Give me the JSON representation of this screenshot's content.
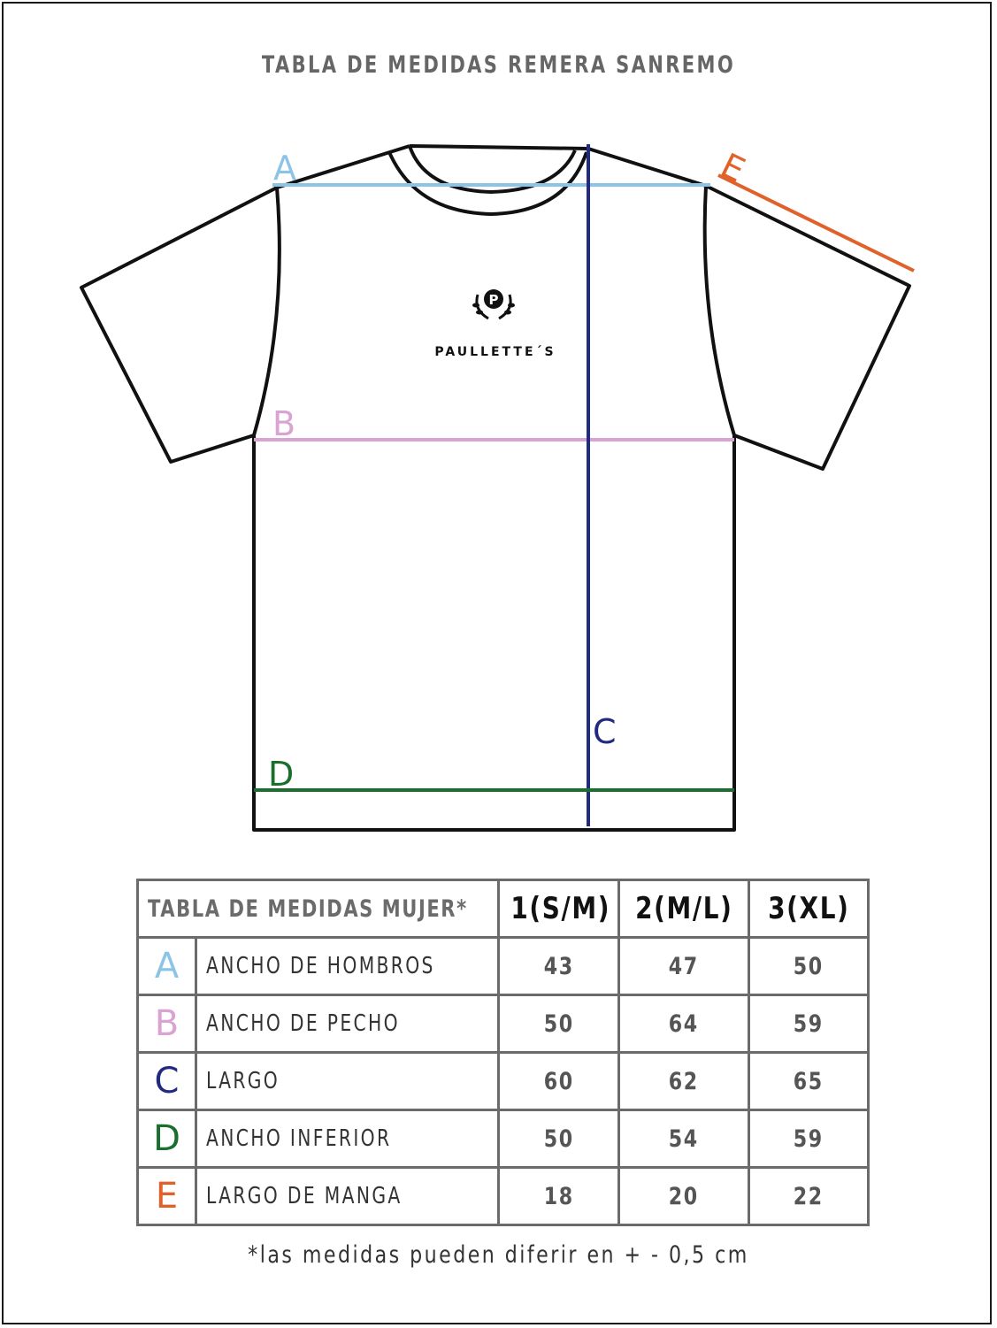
{
  "title": "TABLA DE MEDIDAS REMERA SANREMO",
  "brand": {
    "name": "PAULLETTE´S",
    "monogram": "P"
  },
  "diagram": {
    "labels": [
      {
        "letter": "A",
        "color": "#8cc4e8"
      },
      {
        "letter": "B",
        "color": "#d9a3d2"
      },
      {
        "letter": "C",
        "color": "#1f2a80"
      },
      {
        "letter": "D",
        "color": "#1a6e2e"
      },
      {
        "letter": "E",
        "color": "#e0622a"
      }
    ]
  },
  "table": {
    "header": {
      "label": "TABLA DE MEDIDAS MUJER*",
      "sizes": [
        "1(S/M)",
        "2(M/L)",
        "3(XL)"
      ]
    },
    "rows": [
      {
        "letter": "A",
        "color": "#8cc4e8",
        "name": "ANCHO DE HOMBROS",
        "values": [
          "43",
          "47",
          "50"
        ]
      },
      {
        "letter": "B",
        "color": "#d9a3d2",
        "name": "ANCHO DE PECHO",
        "values": [
          "50",
          "64",
          "59"
        ]
      },
      {
        "letter": "C",
        "color": "#1f2a80",
        "name": "LARGO",
        "values": [
          "60",
          "62",
          "65"
        ]
      },
      {
        "letter": "D",
        "color": "#1a6e2e",
        "name": "ANCHO INFERIOR",
        "values": [
          "50",
          "54",
          "59"
        ]
      },
      {
        "letter": "E",
        "color": "#e0622a",
        "name": "LARGO DE MANGA",
        "values": [
          "18",
          "20",
          "22"
        ]
      }
    ]
  },
  "footnote": "*las medidas pueden diferir en + - 0,5 cm"
}
